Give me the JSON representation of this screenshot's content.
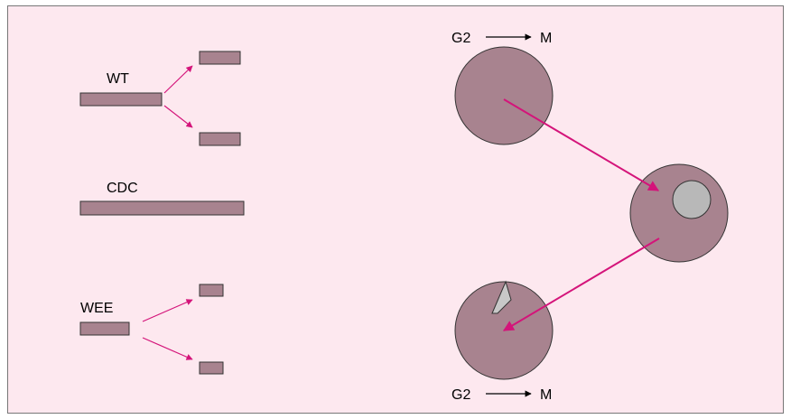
{
  "labels": {
    "wt": "WT",
    "cdc": "CDC",
    "wee": "WEE"
  },
  "transitions": {
    "top": {
      "from": "G2",
      "to": "M"
    },
    "bottom": {
      "from": "G2",
      "to": "M"
    }
  },
  "colors": {
    "background": "#fde8ef",
    "cell": "#a8838f",
    "cell_stroke": "#333333",
    "arrow": "#d4147a",
    "nucleus": "#b8b8b8"
  }
}
